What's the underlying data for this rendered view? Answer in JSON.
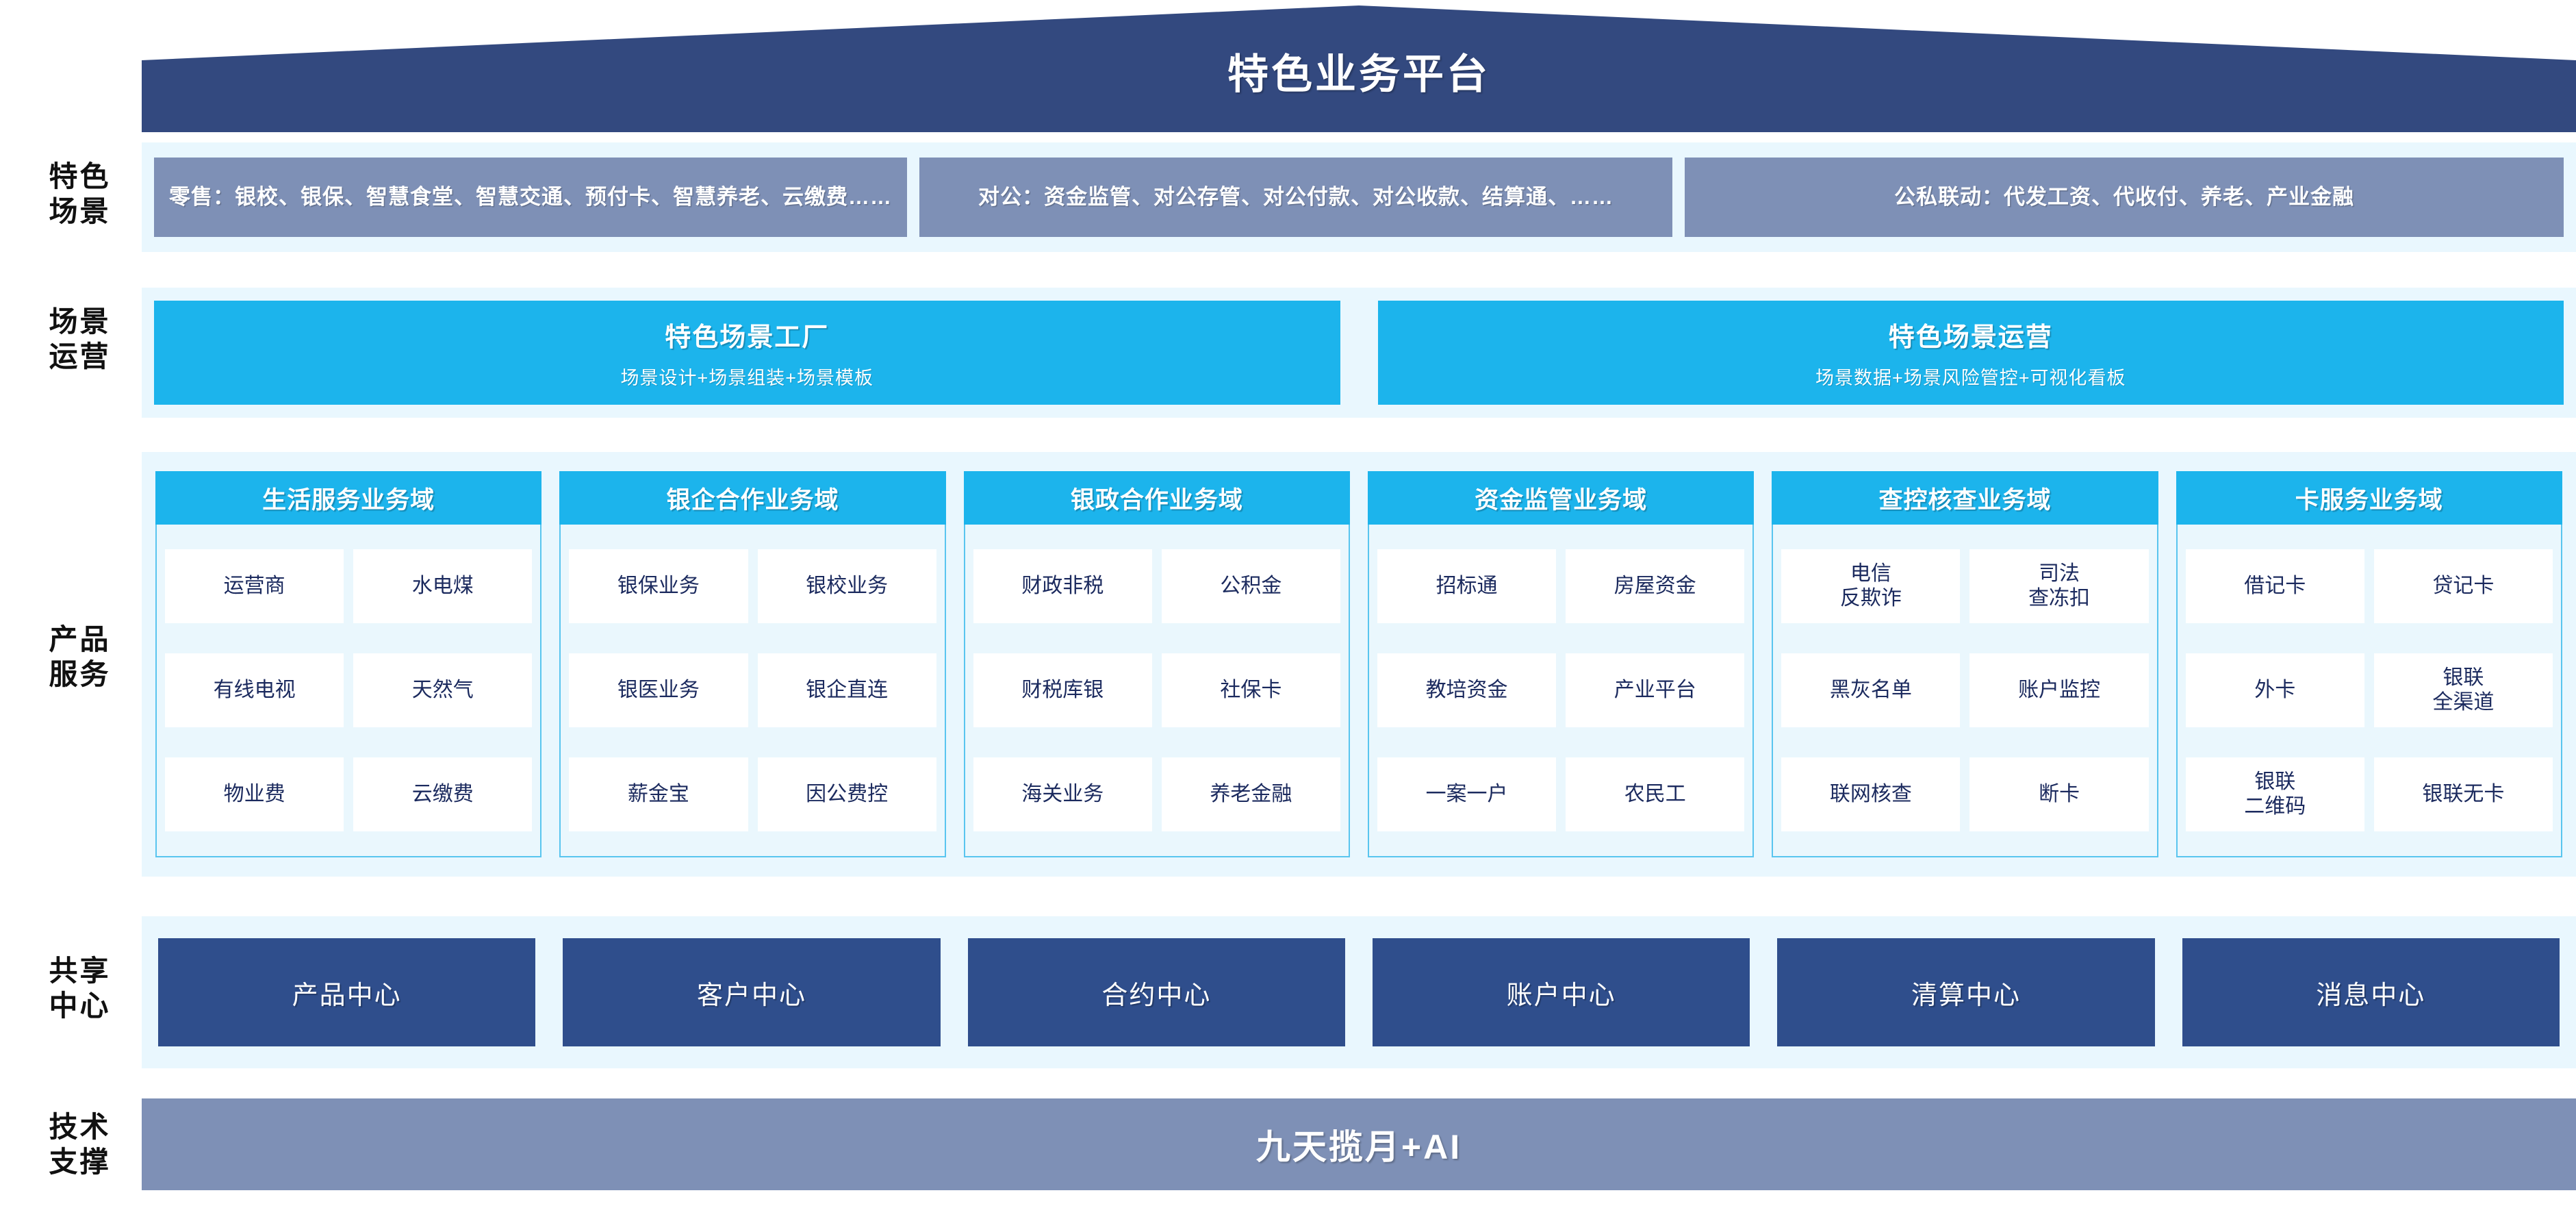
{
  "header": {
    "title": "特色业务平台"
  },
  "rails": [
    {
      "label": "特色\n场景"
    },
    {
      "label": "场景\n运营"
    },
    {
      "label": "产品\n服务"
    },
    {
      "label": "共享\n中心"
    },
    {
      "label": "技术\n支撑"
    }
  ],
  "scenes": {
    "boxes": [
      {
        "text": "零售：银校、银保、智慧食堂、智慧交通、预付卡、智慧养老、云缴费……"
      },
      {
        "text": "对公：资金监管、对公存管、对公付款、对公收款、结算通、……"
      },
      {
        "text": "公私联动：代发工资、代收付、养老、产业金融"
      }
    ]
  },
  "operations": {
    "boxes": [
      {
        "title": "特色场景工厂",
        "subtitle": "场景设计+场景组装+场景模板"
      },
      {
        "title": "特色场景运营",
        "subtitle": "场景数据+场景风险管控+可视化看板"
      }
    ]
  },
  "products": {
    "domains": [
      {
        "title": "生活服务业务域",
        "rows": [
          [
            "运营商",
            "水电煤"
          ],
          [
            "有线电视",
            "天然气"
          ],
          [
            "物业费",
            "云缴费"
          ]
        ]
      },
      {
        "title": "银企合作业务域",
        "rows": [
          [
            "银保业务",
            "银校业务"
          ],
          [
            "银医业务",
            "银企直连"
          ],
          [
            "薪金宝",
            "因公费控"
          ]
        ]
      },
      {
        "title": "银政合作业务域",
        "rows": [
          [
            "财政非税",
            "公积金"
          ],
          [
            "财税库银",
            "社保卡"
          ],
          [
            "海关业务",
            "养老金融"
          ]
        ]
      },
      {
        "title": "资金监管业务域",
        "rows": [
          [
            "招标通",
            "房屋资金"
          ],
          [
            "教培资金",
            "产业平台"
          ],
          [
            "一案一户",
            "农民工"
          ]
        ]
      },
      {
        "title": "查控核查业务域",
        "rows": [
          [
            "电信\n反欺诈",
            "司法\n查冻扣"
          ],
          [
            "黑灰名单",
            "账户监控"
          ],
          [
            "联网核查",
            "断卡"
          ]
        ]
      },
      {
        "title": "卡服务业务域",
        "rows": [
          [
            "借记卡",
            "贷记卡"
          ],
          [
            "外卡",
            "银联\n全渠道"
          ],
          [
            "银联\n二维码",
            "银联无卡"
          ]
        ]
      }
    ]
  },
  "shared": {
    "boxes": [
      {
        "label": "产品中心"
      },
      {
        "label": "客户中心"
      },
      {
        "label": "合约中心"
      },
      {
        "label": "账户中心"
      },
      {
        "label": "清算中心"
      },
      {
        "label": "消息中心"
      }
    ]
  },
  "tech": {
    "label": "九天揽月+AI"
  },
  "colors": {
    "roof": "#33497f",
    "scene_box": "#7e90b6",
    "cyan": "#1cb4ec",
    "panel_bg": "#e9f7fe",
    "shared_box": "#2f4e8c",
    "tech_bar": "#7e90b6",
    "cell_text": "#1b2a5e"
  }
}
